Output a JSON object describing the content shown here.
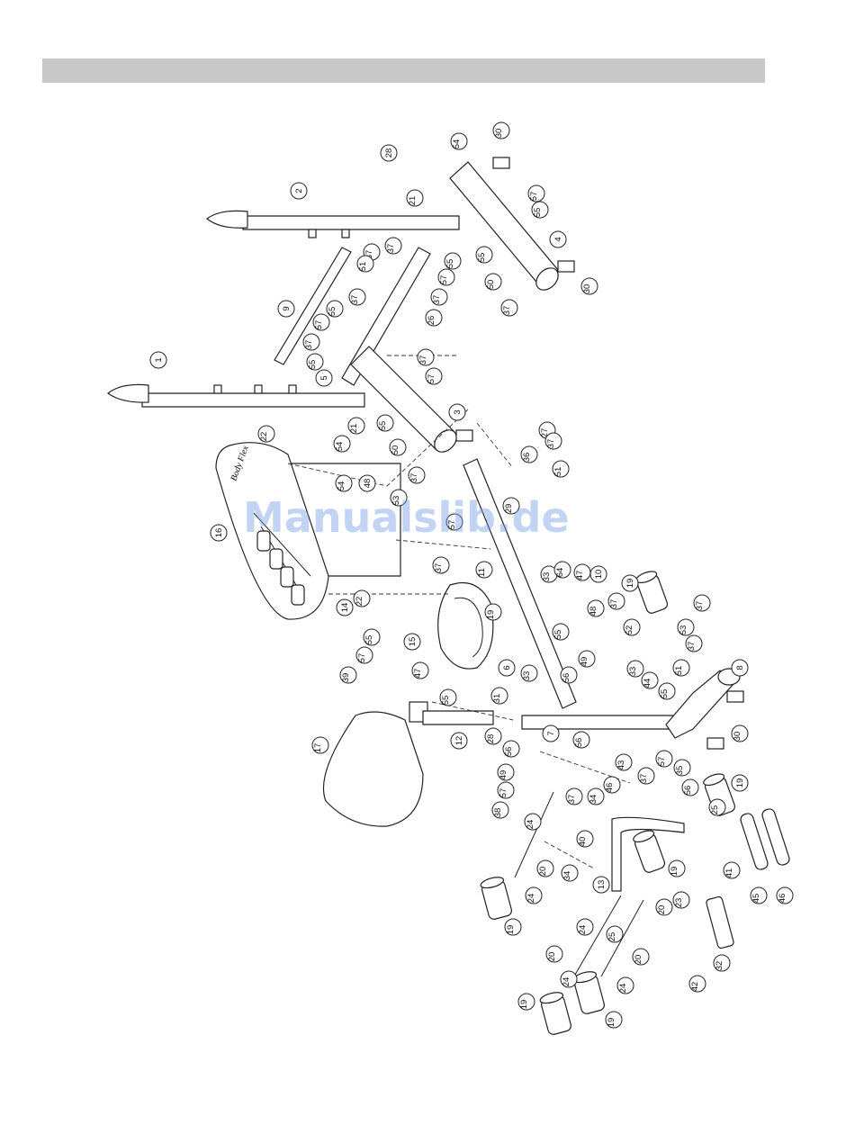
{
  "watermark": "Manualslib.de",
  "header_bar_color": "#c8c8c8",
  "pad_brand_text": "Body Flex",
  "callouts": [
    "1",
    "2",
    "3",
    "4",
    "5",
    "6",
    "7",
    "8",
    "9",
    "10",
    "11",
    "12",
    "13",
    "14",
    "15",
    "16",
    "17",
    "19",
    "19",
    "19",
    "19",
    "19",
    "19",
    "19",
    "20",
    "20",
    "20",
    "20",
    "21",
    "21",
    "22",
    "22",
    "23",
    "24",
    "24",
    "24",
    "24",
    "24",
    "25",
    "25",
    "26",
    "27",
    "28",
    "28",
    "29",
    "30",
    "30",
    "30",
    "31",
    "32",
    "33",
    "33",
    "33",
    "34",
    "34",
    "35",
    "36",
    "37",
    "37",
    "37",
    "37",
    "37",
    "37",
    "37",
    "37",
    "37",
    "37",
    "37",
    "37",
    "37",
    "37",
    "37",
    "38",
    "39",
    "40",
    "41",
    "42",
    "43",
    "44",
    "45",
    "46",
    "46",
    "47",
    "47",
    "48",
    "48",
    "49",
    "49",
    "50",
    "50",
    "51",
    "51",
    "51",
    "52",
    "53",
    "53",
    "54",
    "54",
    "54",
    "55",
    "55",
    "55",
    "55",
    "55",
    "55",
    "55",
    "55",
    "55",
    "55",
    "56",
    "56",
    "56",
    "56",
    "57",
    "57",
    "57",
    "57",
    "57",
    "57",
    "57",
    "57",
    "64"
  ]
}
